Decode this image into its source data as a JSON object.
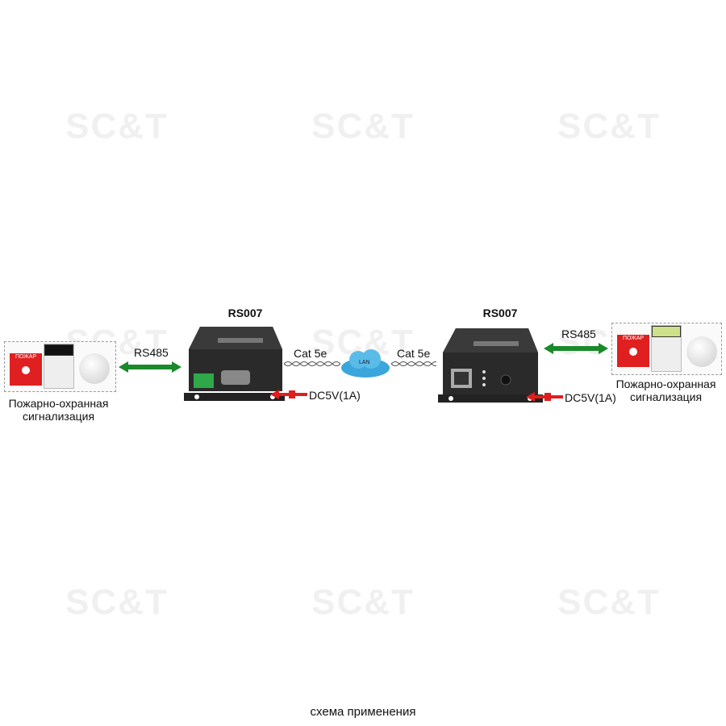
{
  "watermark": "SC&T",
  "left": {
    "device_title": "RS007",
    "alarm_label_1": "Пожарно-охранная",
    "alarm_label_2": "сигнализация",
    "bus_label": "RS485",
    "cable_label": "Cat 5e",
    "power_label": "DC5V(1A)",
    "alarm_button_text": "ПОЖАР"
  },
  "right": {
    "device_title": "RS007",
    "alarm_label_1": "Пожарно-охранная",
    "alarm_label_2": "сигнализация",
    "bus_label": "RS485",
    "cable_label": "Cat 5e",
    "power_label": "DC5V(1A)",
    "alarm_button_text": "ПОЖАР"
  },
  "network": {
    "cloud_label": "LAN"
  },
  "caption": "схема применения",
  "colors": {
    "bus_arrow": "#1a8a2a",
    "power_arrow": "#e01e1e",
    "device": "#2a2a2a",
    "cloud": "#3aa6dc"
  }
}
